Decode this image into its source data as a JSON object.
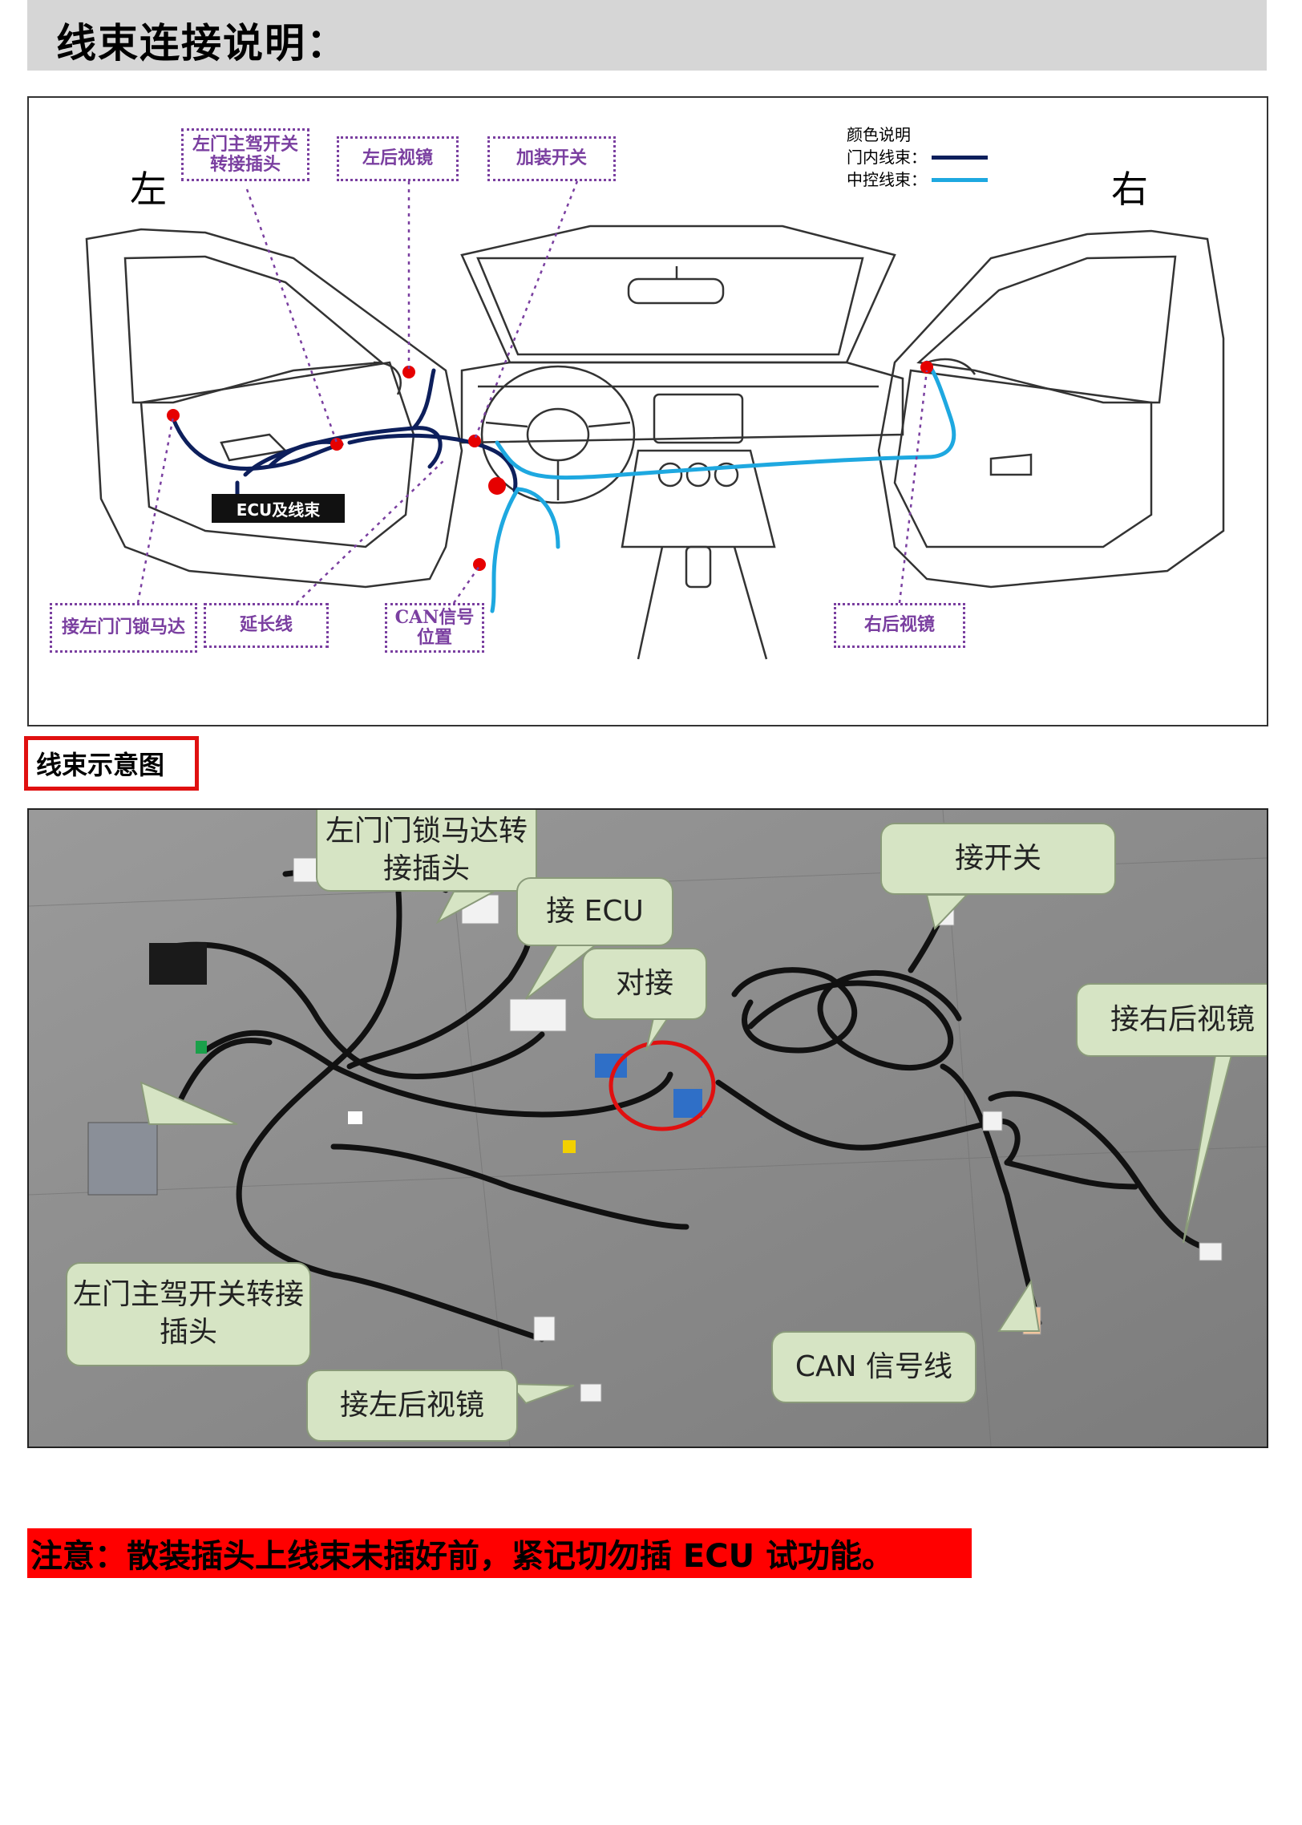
{
  "header": {
    "title": "线束连接说明："
  },
  "diagram": {
    "left_label": "左",
    "right_label": "右",
    "legend": {
      "title": "颜色说明",
      "items": [
        {
          "label": "门内线束：",
          "color": "#0d1f5c"
        },
        {
          "label": "中控线束：",
          "color": "#1ea8e0"
        }
      ]
    },
    "ecu_label": "ECU及线束",
    "callouts": {
      "left_main_switch": "左门主驾开关转接插头",
      "left_mirror": "左后视镜",
      "add_switch": "加装开关",
      "left_lock_motor": "接左门门锁马达",
      "extension": "延长线",
      "can_position": "CAN信号位置",
      "right_mirror": "右后视镜"
    }
  },
  "photo_section": {
    "label": "线束示意图",
    "bubbles": {
      "lock_motor": "左门门锁马达转接插头",
      "ecu": "接 ECU",
      "butt": "对接",
      "switch": "接开关",
      "right_mirror": "接右后视镜",
      "main_switch": "左门主驾开关转接插头",
      "left_mirror": "接左后视镜",
      "can": "CAN 信号线"
    }
  },
  "warning": "注意：散装插头上线束未插好前，紧记切勿插 ECU 试功能。"
}
